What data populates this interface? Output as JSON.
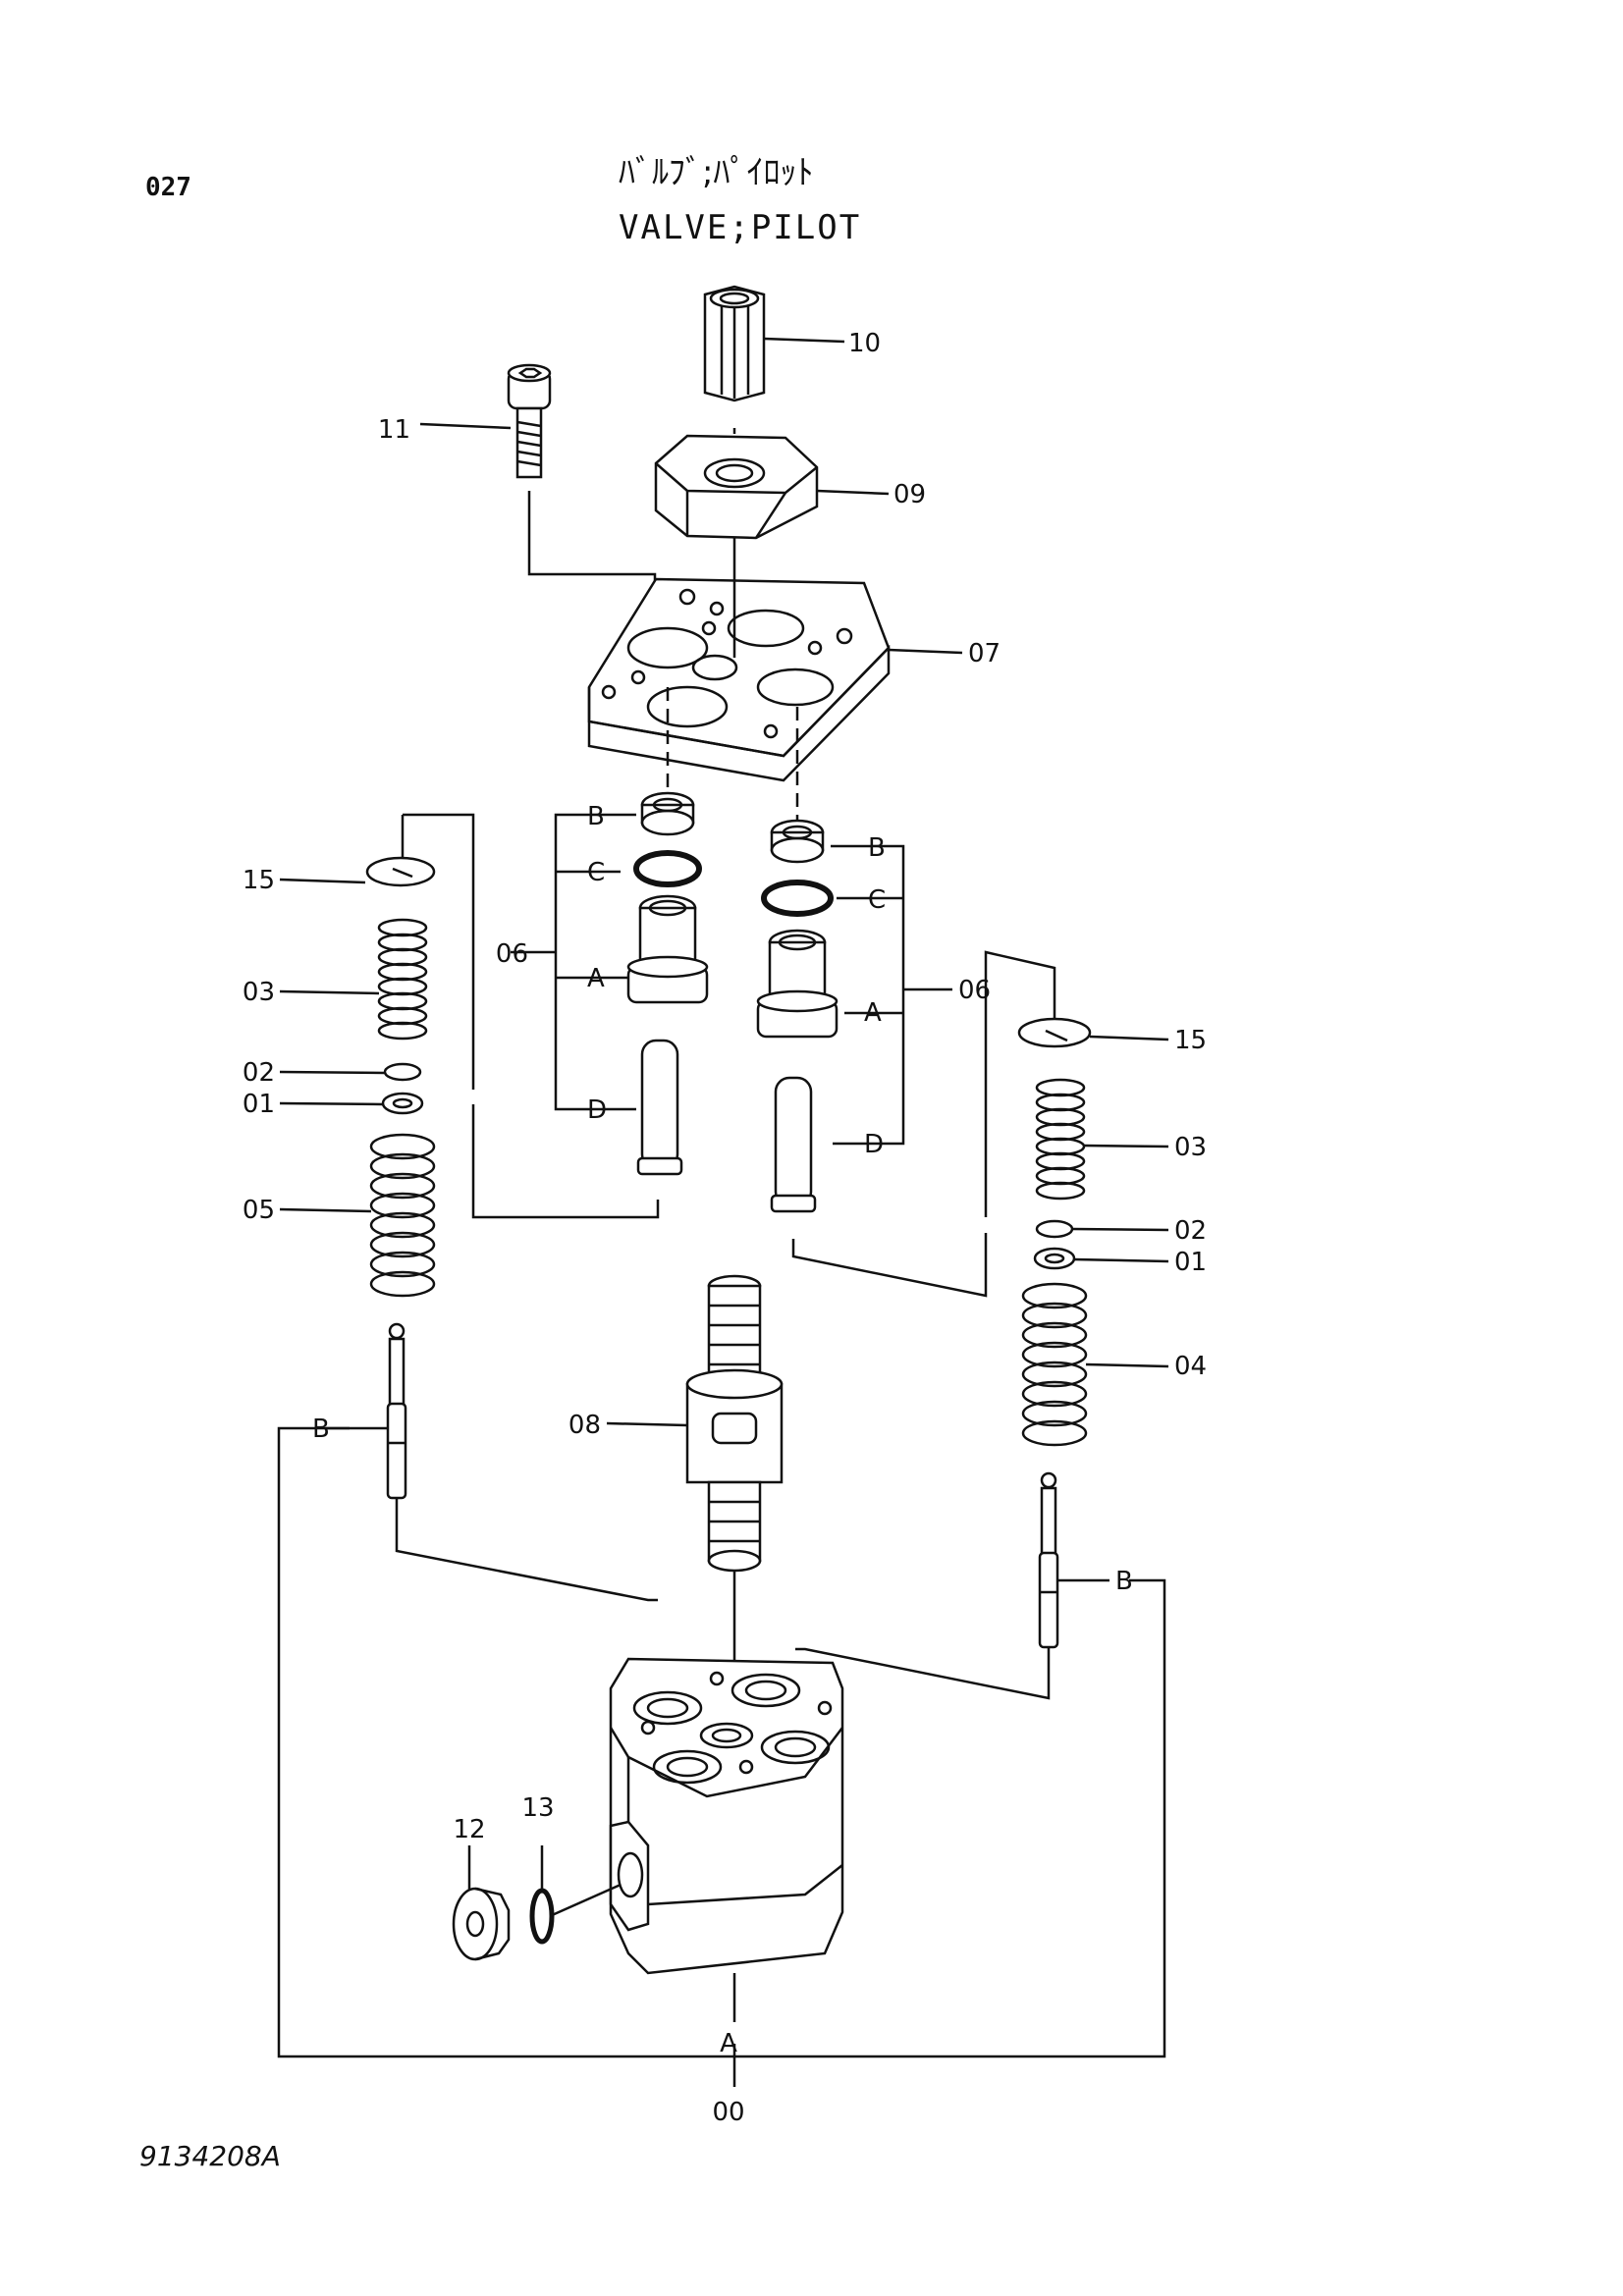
{
  "header": {
    "page_number": "027",
    "title_jp": "ﾊﾞﾙﾌﾞ;ﾊﾟｲﾛｯﾄ",
    "title_en": "VALVE;PILOT"
  },
  "footer": {
    "drawing_number": "9134208A"
  },
  "callouts": {
    "p00": "00",
    "p01a": "01",
    "p01b": "01",
    "p02a": "02",
    "p02b": "02",
    "p03a": "03",
    "p03b": "03",
    "p04": "04",
    "p05": "05",
    "p06a": "06",
    "p06b": "06",
    "p07": "07",
    "p08": "08",
    "p09": "09",
    "p10": "10",
    "p11": "11",
    "p12": "12",
    "p13": "13",
    "p15a": "15",
    "p15b": "15"
  },
  "letters": {
    "A_body": "A",
    "B_left": "B",
    "C_left": "C",
    "A_left": "A",
    "D_left": "D",
    "B_right": "B",
    "C_right": "C",
    "A_right": "A",
    "D_right": "D",
    "B_rod_left": "B",
    "B_rod_right": "B"
  },
  "colors": {
    "ink": "#111111",
    "paper": "#ffffff"
  }
}
